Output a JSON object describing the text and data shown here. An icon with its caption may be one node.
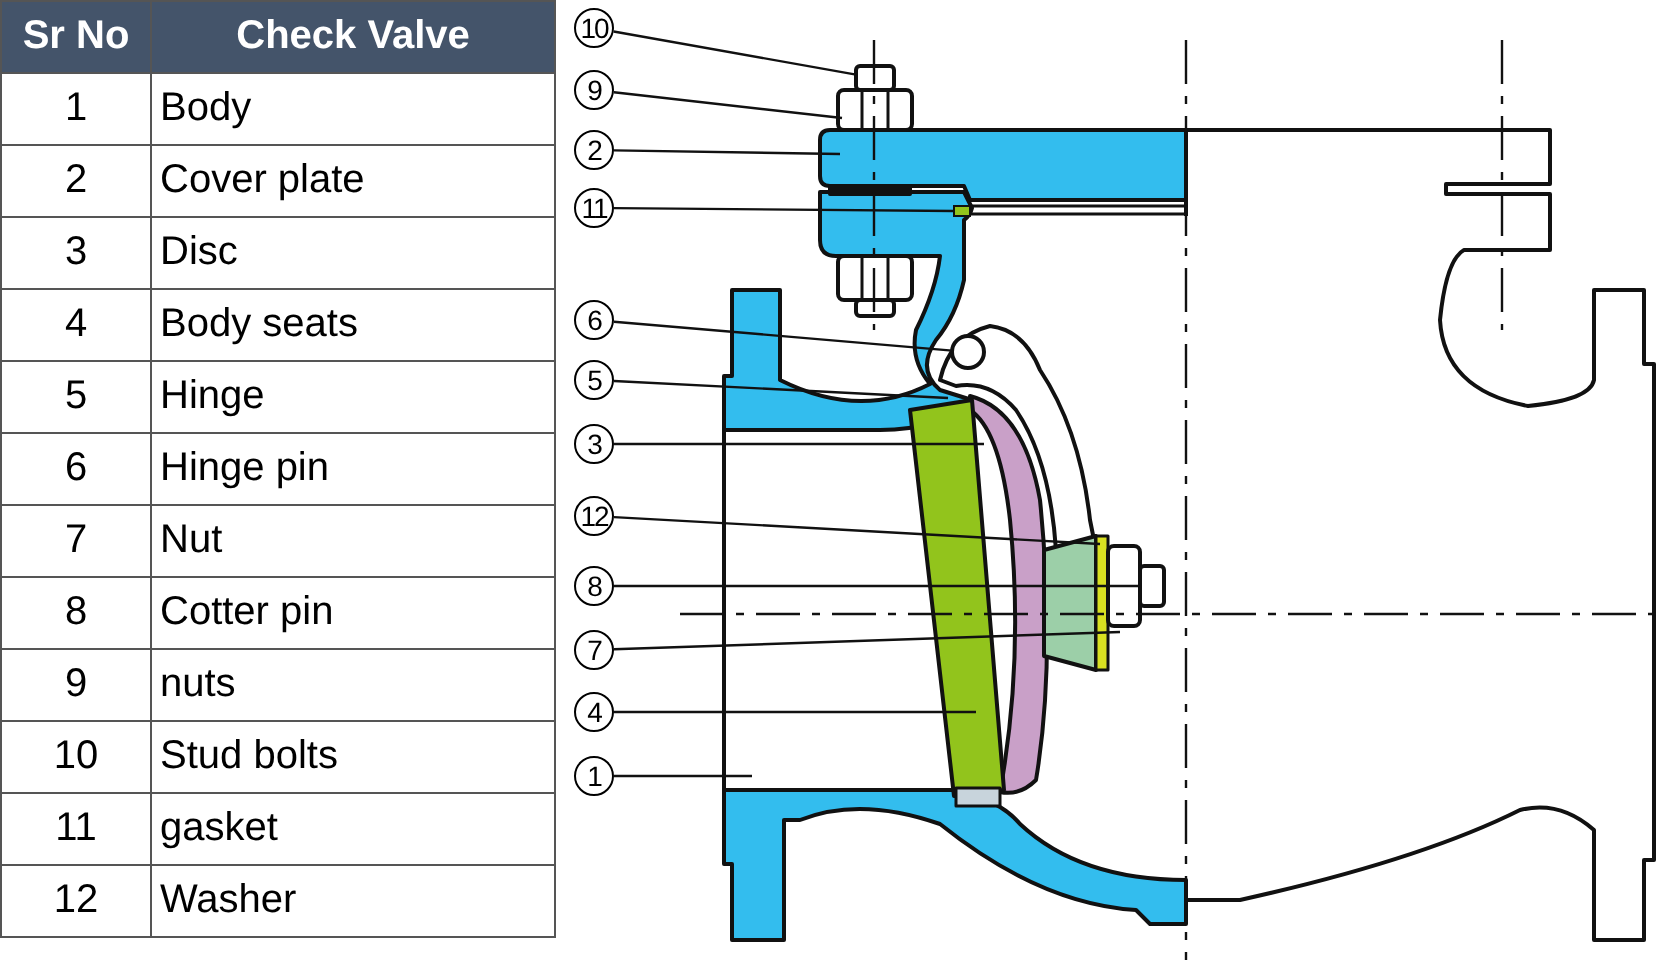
{
  "diagram": {
    "nodes": [
      {
        "text": [
          "10"
        ]
      },
      {
        "text": [
          "9"
        ]
      },
      {
        "text": [
          "2"
        ]
      },
      {
        "text": [
          "11"
        ]
      },
      {
        "text": [
          "6"
        ]
      },
      {
        "text": [
          "5"
        ]
      },
      {
        "text": [
          "3"
        ]
      },
      {
        "text": [
          "12"
        ]
      },
      {
        "text": [
          "8"
        ]
      },
      {
        "text": [
          "7"
        ]
      },
      {
        "text": [
          "4"
        ]
      },
      {
        "text": [
          "1"
        ]
      },
      {
        "text": [],
        "shape": "box"
      },
      {
        "text": [],
        "shape": "bar"
      },
      {
        "text": [],
        "shape": "circle"
      },
      {
        "text": [],
        "shape": "box"
      }
    ],
    "edges": [
      {
        "from": 0,
        "to": 12,
        "arrow": "none"
      },
      {
        "from": 1,
        "to": null,
        "arrow": "none"
      },
      {
        "from": 2,
        "to": null,
        "arrow": "none"
      },
      {
        "from": 3,
        "to": 13,
        "arrow": "none"
      },
      {
        "from": 4,
        "to": 14,
        "arrow": "none"
      },
      {
        "from": 5,
        "to": null,
        "arrow": "none"
      },
      {
        "from": 6,
        "to": null,
        "arrow": "none"
      },
      {
        "from": 7,
        "to": null,
        "arrow": "none"
      },
      {
        "from": 8,
        "to": 15,
        "arrow": "none"
      },
      {
        "from": 9,
        "to": null,
        "arrow": "none"
      },
      {
        "from": 10,
        "to": null,
        "arrow": "none"
      },
      {
        "from": 11,
        "to": null,
        "arrow": "none"
      }
    ],
    "labels": [
      "Sr No",
      "Check Valve",
      "1",
      "Body",
      "2",
      "Cover plate",
      "3",
      "Disc",
      "4",
      "Body seats",
      "5",
      "Hinge",
      "6",
      "Hinge pin",
      "7",
      "Nut",
      "8",
      "Cotter pin",
      "9",
      "nuts",
      "10",
      "Stud bolts",
      "11",
      "gasket",
      "12",
      "Washer"
    ]
  }
}
